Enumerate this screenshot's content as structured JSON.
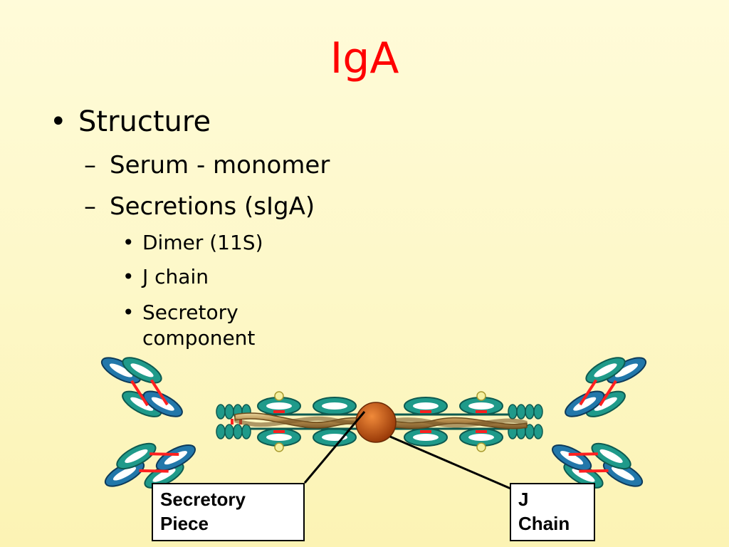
{
  "slide": {
    "title": "IgA",
    "bullets": {
      "structure": "Structure",
      "serum": "Serum - monomer",
      "secretions": "Secretions (sIgA)",
      "dimer": "Dimer (11S)",
      "jchain": "J chain",
      "secretory_1": "Secretory",
      "secretory_2": "component"
    }
  },
  "diagram": {
    "labels": {
      "secretory_piece_1": "Secretory",
      "secretory_piece_2": "Piece",
      "j_chain_1": "J",
      "j_chain_2": "Chain"
    },
    "colors": {
      "domain_teal": "#1f9a8a",
      "domain_blue": "#2277aa",
      "disulfide_red": "#ff2020",
      "secretory_piece": "#c8a86a",
      "j_chain": "#c85a1a",
      "carbohydrate": "#f5f0a0"
    }
  }
}
